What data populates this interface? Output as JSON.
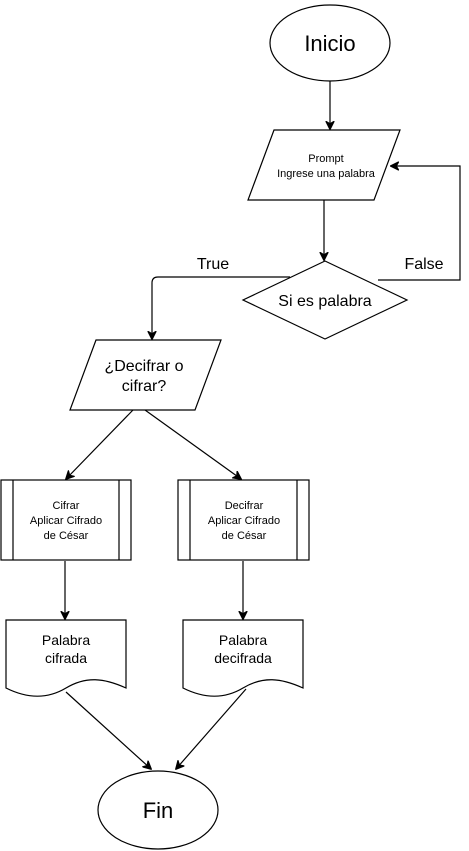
{
  "nodes": {
    "start": "Inicio",
    "prompt": [
      "Prompt",
      "Ingrese una palabra"
    ],
    "decision_word": "Si es palabra",
    "decision_action": [
      "¿Decifrar o",
      "cifrar?"
    ],
    "process_encrypt": [
      "Cifrar",
      "Aplicar Cifrado",
      "de César"
    ],
    "process_decrypt": [
      "Decifrar",
      "Aplicar Cifrado",
      "de César"
    ],
    "doc_encrypted": [
      "Palabra",
      "cifrada"
    ],
    "doc_decrypted": [
      "Palabra",
      "decifrada"
    ],
    "end": "Fin"
  },
  "edges": {
    "true_label": "True",
    "false_label": "False"
  },
  "colors": {
    "stroke": "#000000",
    "fill": "#ffffff"
  }
}
